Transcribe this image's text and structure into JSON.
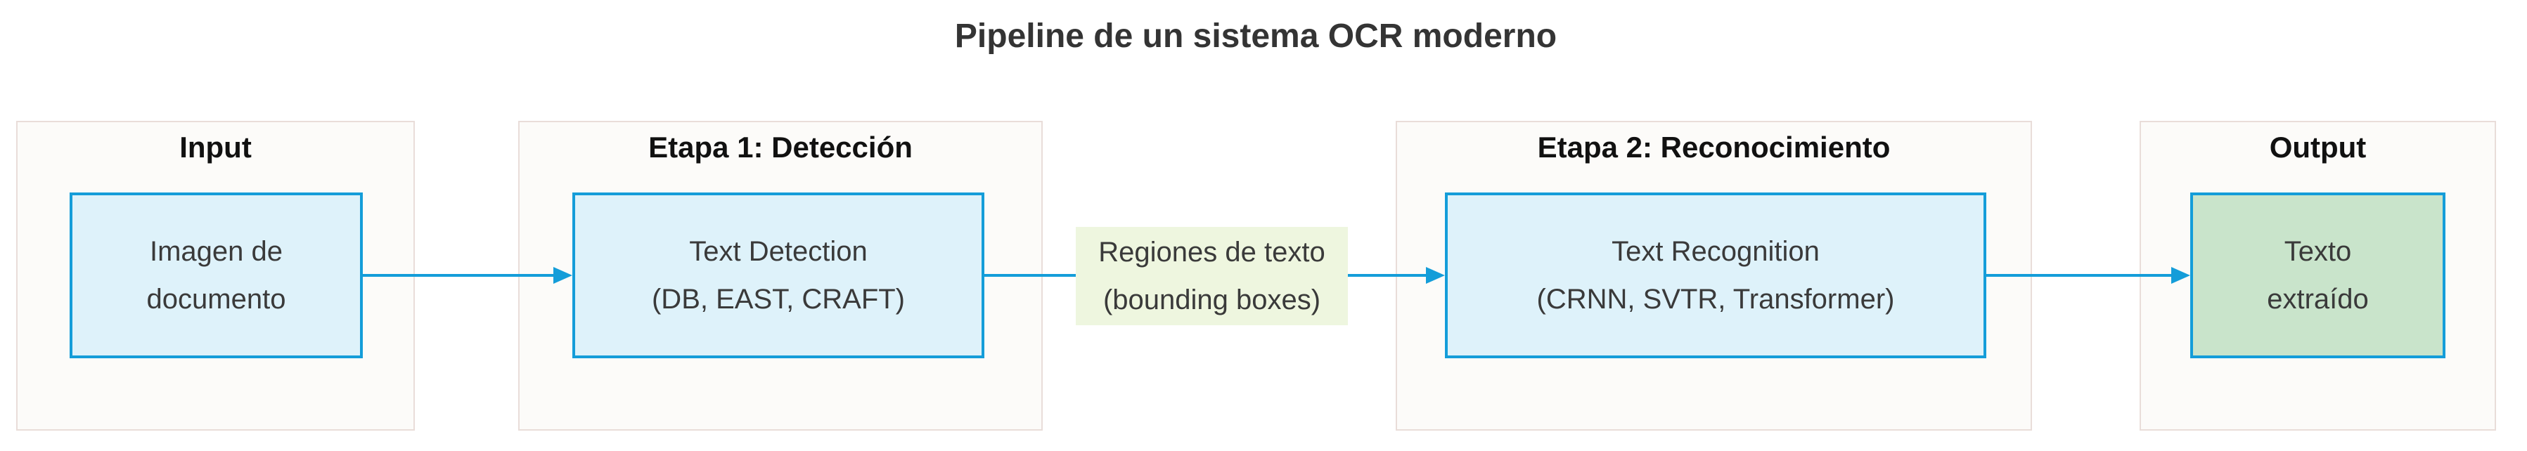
{
  "title": "Pipeline de un sistema OCR moderno",
  "colors": {
    "accent": "#149dd9",
    "node_blue_fill": "#def2fa",
    "node_green_fill": "#c9e4cb",
    "cluster_fill": "#fcfbf9",
    "cluster_border": "#e9ddd9",
    "edge_label_bg": "#eef6df",
    "node_text": "#3a3a3a",
    "cluster_label_text": "#111111",
    "title_text": "#343434"
  },
  "diagram": {
    "groups": [
      {
        "label": "Input",
        "node": {
          "lines": [
            "Imagen de",
            "documento"
          ],
          "fill": "blue"
        }
      },
      {
        "label": "Etapa 1: Detección",
        "node": {
          "lines": [
            "Text Detection",
            "(DB, EAST, CRAFT)"
          ],
          "fill": "blue"
        }
      },
      {
        "label": "Etapa 2: Reconocimiento",
        "node": {
          "lines": [
            "Text Recognition",
            "(CRNN, SVTR, Transformer)"
          ],
          "fill": "blue"
        }
      },
      {
        "label": "Output",
        "node": {
          "lines": [
            "Texto",
            "extraído"
          ],
          "fill": "green"
        }
      }
    ],
    "edges": [
      {
        "from": "Imagen de documento",
        "to": "Text Detection (DB, EAST, CRAFT)",
        "label": ""
      },
      {
        "from": "Text Detection (DB, EAST, CRAFT)",
        "to": "Text Recognition (CRNN, SVTR, Transformer)",
        "label": "Regiones de texto (bounding boxes)"
      },
      {
        "from": "Text Recognition (CRNN, SVTR, Transformer)",
        "to": "Texto extraído",
        "label": ""
      }
    ],
    "edge_label": {
      "lines": [
        "Regiones de texto",
        "(bounding boxes)"
      ]
    }
  }
}
